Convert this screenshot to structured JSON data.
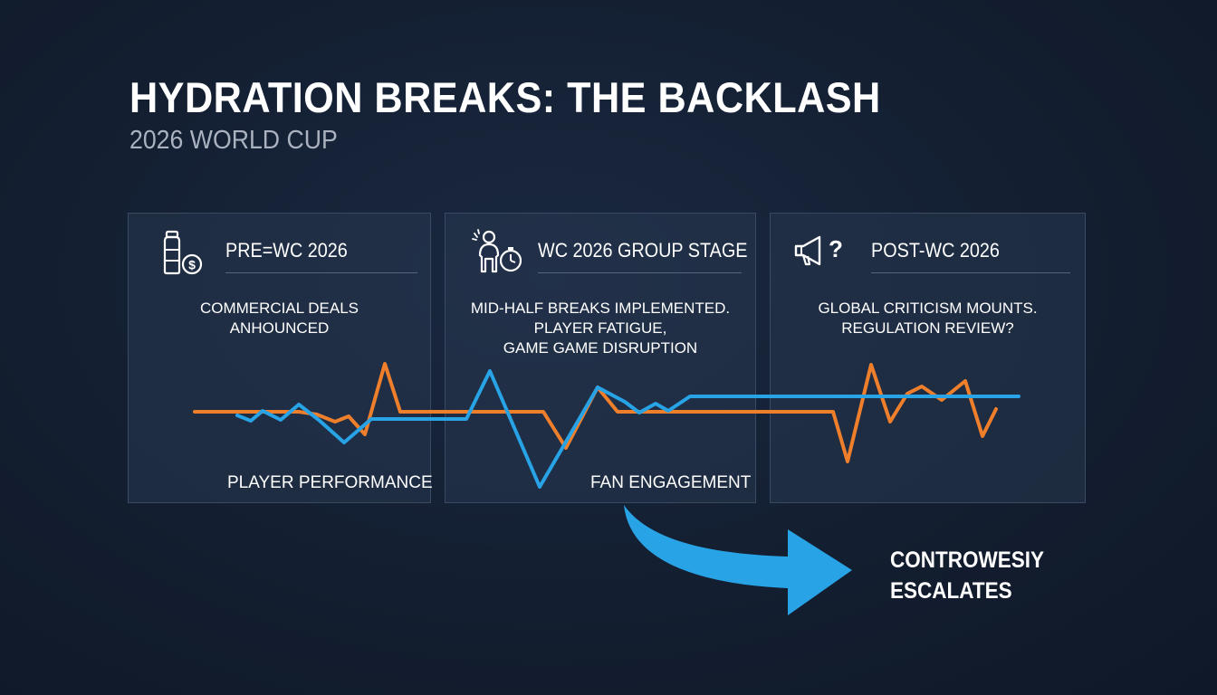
{
  "title": "HYDRATION BREAKS: THE BACKLASH",
  "subtitle": "2026 WORLD CUP",
  "panels": [
    {
      "label": "PRE=WC 2026",
      "icon": "bottle-money-icon",
      "desc_lines": [
        "COMMERCIAL DEALS",
        "ANHOUNCED"
      ]
    },
    {
      "label": "WC 2026 GROUP STAGE",
      "icon": "tired-player-clock-icon",
      "desc_lines": [
        "MID-HALF BREAKS IMPLEMENTED.",
        "PLAYER FATIGUE,",
        "GAME GAME DISRUPTION"
      ]
    },
    {
      "label": "POST-WC 2026",
      "icon": "megaphone-question-icon",
      "desc_lines": [
        "GLOBAL CRITICISM MOUNTS.",
        "REGULATION REVIEW?"
      ]
    }
  ],
  "series": [
    {
      "name": "PLAYER PERFORMANCE",
      "color": "#f07f2c"
    },
    {
      "name": "FAN ENGAGEMENT",
      "color": "#27a3e6"
    }
  ],
  "callout": {
    "lines": [
      "CONTROWESIY",
      "ESCALATES"
    ],
    "arrow_color": "#27a3e6"
  },
  "colors": {
    "background": "#131e30",
    "panel": "#27384f",
    "orange": "#f07f2c",
    "blue": "#27a3e6"
  }
}
